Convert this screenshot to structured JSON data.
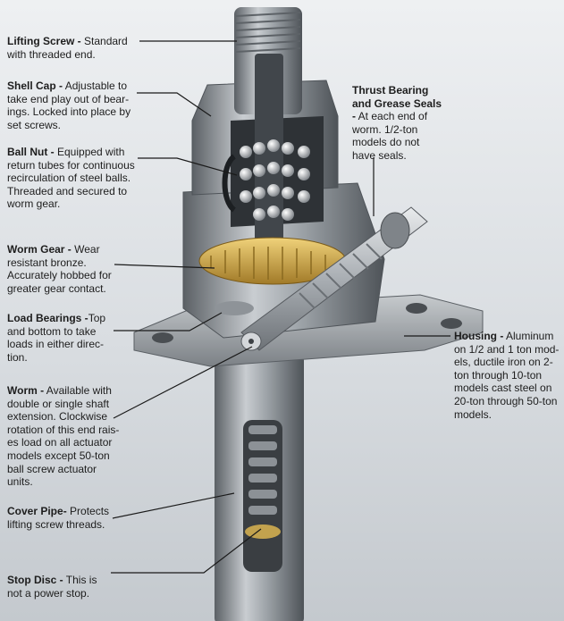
{
  "labels": [
    {
      "id": "lifting-screw",
      "title": "Lifting Screw -",
      "body": " Standard with threaded end."
    },
    {
      "id": "shell-cap",
      "title": "Shell Cap -",
      "body": " Adjustable to take end play out of bear- ings. Locked into place by set screws."
    },
    {
      "id": "ball-nut",
      "title": "Ball Nut -",
      "body": " Equipped with return tubes for continuous recirculation of steel balls. Threaded and secured to worm gear."
    },
    {
      "id": "worm-gear",
      "title": "Worm Gear -",
      "body": " Wear resistant bronze. Accurately hobbed for greater gear contact."
    },
    {
      "id": "load-bearings",
      "title": "Load Bearings -",
      "body": "Top and bottom to take loads in either direc- tion."
    },
    {
      "id": "worm",
      "title": "Worm -",
      "body": " Available with double or single shaft extension. Clockwise rotation of this end rais- es load on all actuator models except 50-ton ball screw actuator units."
    },
    {
      "id": "cover-pipe",
      "title": "Cover Pipe-",
      "body": " Protects lifting screw threads."
    },
    {
      "id": "stop-disc",
      "title": "Stop Disc -",
      "body": " This is not a power stop."
    },
    {
      "id": "thrust-bearing",
      "title": "Thrust Bearing and Grease Seals -",
      "body": " At each end of worm. 1/2-ton models do not have seals."
    },
    {
      "id": "housing",
      "title": "Housing -",
      "body": " Aluminum on 1/2 and 1 ton mod- els, ductile iron on 2- ton through 10-ton models cast steel on 20-ton through 50-ton models."
    }
  ],
  "colors": {
    "steel": "#9ea3a8",
    "steel_dark": "#5c6166",
    "bronze": "#c8a24a",
    "ball": "#e6e8ea",
    "background": "#e6e9ec"
  }
}
